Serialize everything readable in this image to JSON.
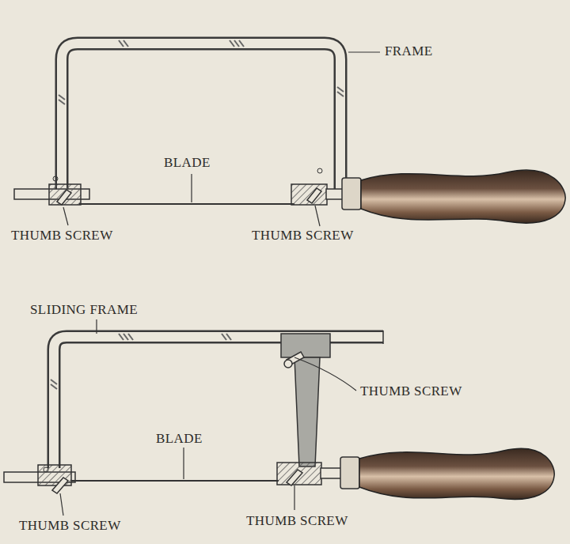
{
  "diagram": {
    "labels": [
      "FRAME",
      "BLADE",
      "THUMB SCREW",
      "THUMB SCREW",
      "SLIDING FRAME",
      "THUMB SCREW",
      "BLADE",
      "THUMB SCREW",
      "THUMB SCREW"
    ]
  }
}
